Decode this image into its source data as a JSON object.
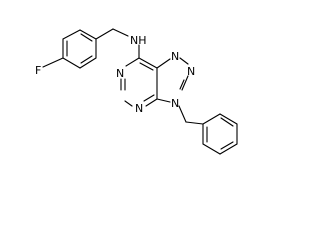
{
  "molecule": {
    "atoms": [
      {
        "id": "F",
        "label": "F"
      },
      {
        "id": "NH",
        "label": "NH"
      },
      {
        "id": "N_pyr_1",
        "label": "N"
      },
      {
        "id": "N_pyr_2",
        "label": "N"
      },
      {
        "id": "N_tri_1",
        "label": "N"
      },
      {
        "id": "N_tri_2",
        "label": "N"
      },
      {
        "id": "N_tri_3",
        "label": "N"
      }
    ]
  },
  "colors": {
    "background": "#ffffff",
    "bond": "#000000",
    "label": "#000000"
  }
}
